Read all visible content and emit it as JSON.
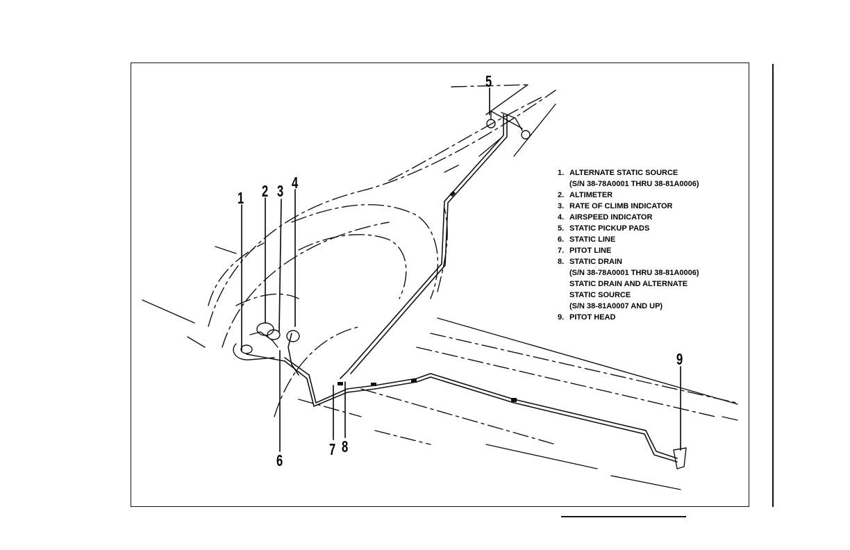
{
  "callouts": [
    "1",
    "2",
    "3",
    "4",
    "5",
    "6",
    "7",
    "8",
    "9"
  ],
  "legend": [
    {
      "num": "1.",
      "text": "ALTERNATE STATIC SOURCE"
    },
    {
      "num": "",
      "text": "(S/N 38-78A0001 THRU 38-81A0006)"
    },
    {
      "num": "2.",
      "text": "ALTIMETER"
    },
    {
      "num": "3.",
      "text": "RATE OF CLIMB INDICATOR"
    },
    {
      "num": "4.",
      "text": "AIRSPEED INDICATOR"
    },
    {
      "num": "5.",
      "text": "STATIC PICKUP PADS"
    },
    {
      "num": "6.",
      "text": "STATIC LINE"
    },
    {
      "num": "7.",
      "text": "PITOT LINE"
    },
    {
      "num": "8.",
      "text": "STATIC DRAIN"
    },
    {
      "num": "",
      "text": "(S/N 38-78A0001 THRU 38-81A0006)"
    },
    {
      "num": "",
      "text": "STATIC DRAIN AND ALTERNATE"
    },
    {
      "num": "",
      "text": "STATIC SOURCE"
    },
    {
      "num": "",
      "text": "(S/N 38-81A0007 AND UP)"
    },
    {
      "num": "9.",
      "text": "PITOT HEAD"
    }
  ]
}
